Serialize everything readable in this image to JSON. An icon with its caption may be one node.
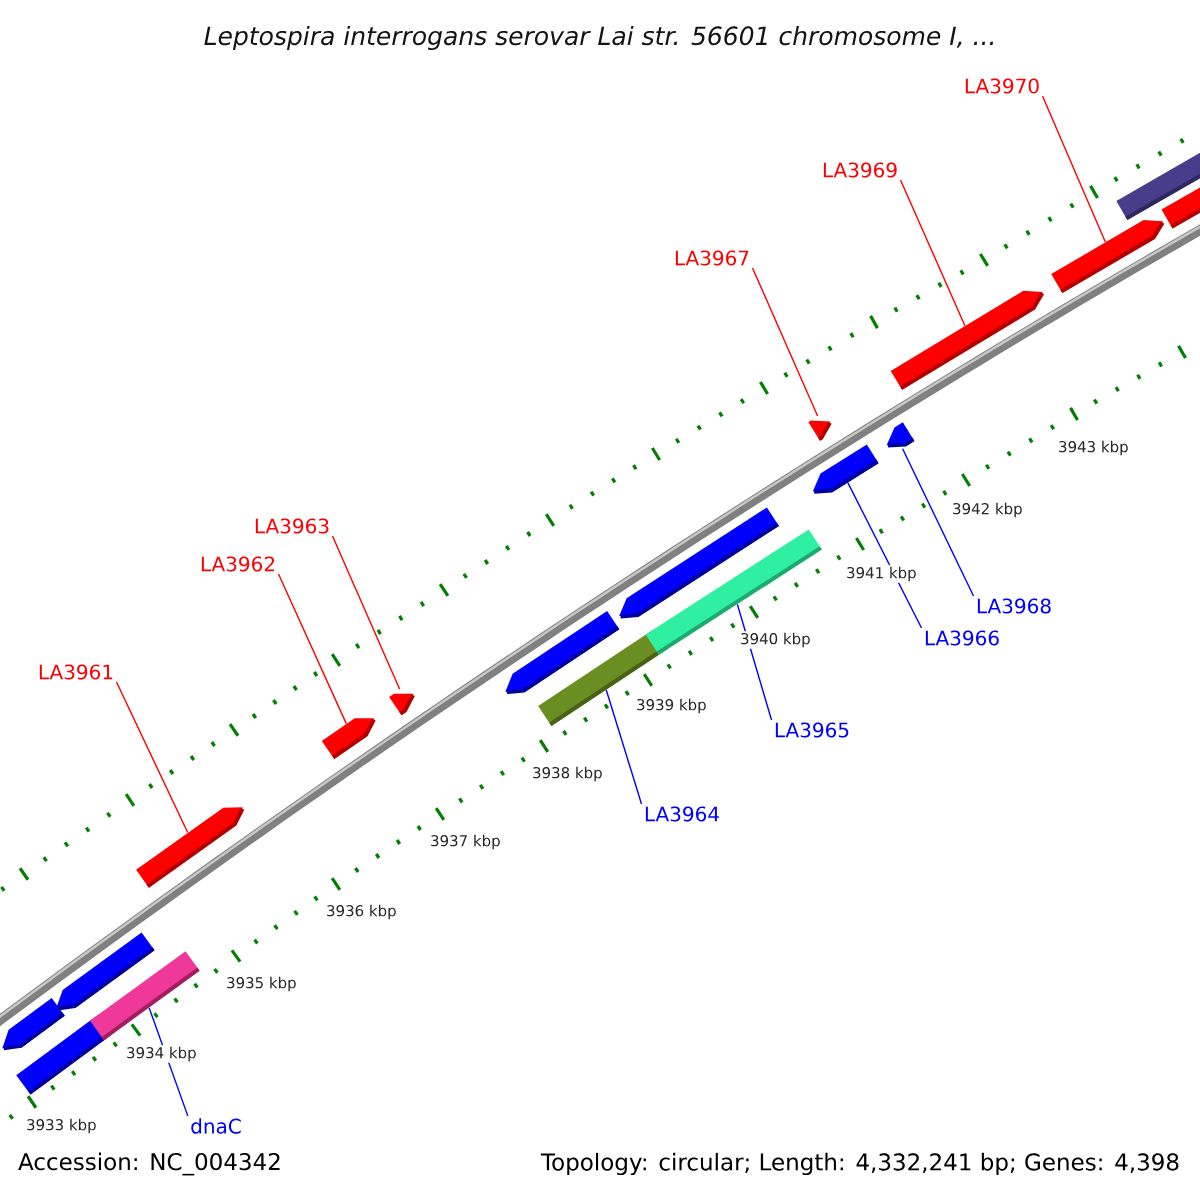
{
  "diagram": {
    "title": "Leptospira interrogans serovar Lai str. 56601 chromosome I, ...",
    "nodes": [
      {
        "text": [
          "LA3970"
        ]
      },
      {
        "text": [
          "LA3969"
        ]
      },
      {
        "text": [
          "LA3967"
        ]
      },
      {
        "text": [
          "LA3963"
        ]
      },
      {
        "text": [
          "LA3962"
        ]
      },
      {
        "text": [
          "LA3961"
        ]
      },
      {
        "text": [
          "LA3968"
        ]
      },
      {
        "text": [
          "LA3966"
        ]
      },
      {
        "text": [
          "LA3965"
        ]
      },
      {
        "text": [
          "LA3964"
        ]
      },
      {
        "text": [
          "dnaC"
        ]
      },
      {
        "text": [],
        "shape": "bar"
      },
      {
        "text": [],
        "shape": "bar"
      },
      {
        "text": [],
        "shape": "bar"
      },
      {
        "text": [],
        "shape": "bar"
      },
      {
        "text": [],
        "shape": "bar"
      },
      {
        "text": [],
        "shape": "bar"
      },
      {
        "text": [],
        "shape": "bar"
      },
      {
        "text": [],
        "shape": "bar"
      },
      {
        "text": [],
        "shape": "bar"
      },
      {
        "text": [],
        "shape": "bar"
      },
      {
        "text": [],
        "shape": "bar"
      },
      {
        "text": [],
        "shape": "bar"
      },
      {
        "text": [],
        "shape": "bar"
      },
      {
        "text": [],
        "shape": "bar"
      },
      {
        "text": [],
        "shape": "bar"
      },
      {
        "text": [],
        "shape": "bar"
      },
      {
        "text": [],
        "shape": "bar"
      },
      {
        "text": [],
        "shape": "bar"
      }
    ],
    "edges": [
      {
        "from": 0,
        "to": 26,
        "arrow": "none"
      },
      {
        "from": 1,
        "to": 25,
        "arrow": "none"
      },
      {
        "from": 2,
        "to": 22,
        "arrow": "none"
      },
      {
        "from": 3,
        "to": 17,
        "arrow": "none"
      },
      {
        "from": 4,
        "to": 16,
        "arrow": "none"
      },
      {
        "from": 5,
        "to": 15,
        "arrow": "none"
      },
      {
        "from": 6,
        "to": 24,
        "arrow": "none",
        "color": "#0000ff"
      },
      {
        "from": 7,
        "to": 23,
        "arrow": "none",
        "color": "#0000ff"
      },
      {
        "from": 8,
        "to": 21,
        "arrow": "none",
        "color": "#0000ff"
      },
      {
        "from": 9,
        "to": 19,
        "arrow": "none",
        "color": "#0000ff"
      },
      {
        "from": 10,
        "to": 13,
        "arrow": "none",
        "color": "#0000ff"
      }
    ],
    "labels": [
      "3943 kbp",
      "3942 kbp",
      "3941 kbp",
      "3940 kbp",
      "3939 kbp",
      "3938 kbp",
      "3937 kbp",
      "3936 kbp",
      "3935 kbp",
      "3934 kbp",
      "3933 kbp",
      "Accession: NC_004342",
      "Topology: circular; Length: 4,332,241 bp; Genes: 4,398"
    ]
  }
}
